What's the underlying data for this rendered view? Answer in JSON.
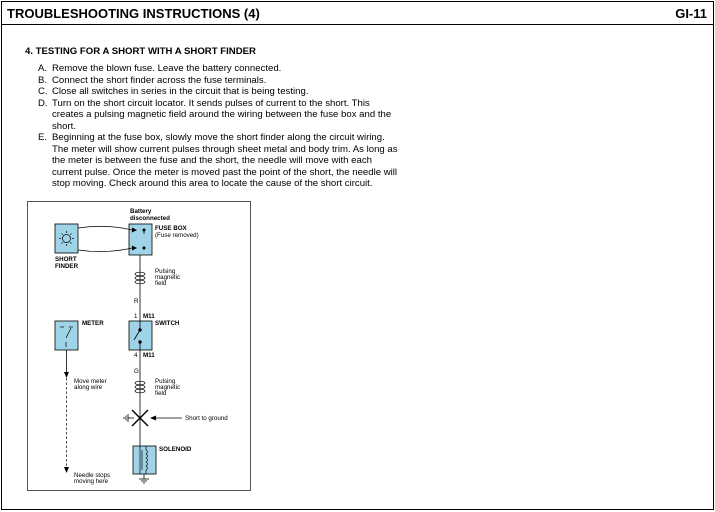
{
  "header": {
    "title": "TROUBLESHOOTING INSTRUCTIONS (4)",
    "page_code": "GI-11"
  },
  "section": {
    "title": "4. TESTING FOR A SHORT WITH A SHORT FINDER",
    "steps": [
      {
        "letter": "A.",
        "text": "Remove the blown fuse. Leave the battery connected."
      },
      {
        "letter": "B.",
        "text": "Connect the short finder across the fuse terminals."
      },
      {
        "letter": "C.",
        "text": "Close all switches in series in the circuit that is being testing."
      },
      {
        "letter": "D.",
        "text": "Turn on the short circuit locator. It sends pulses of current to the short. This creates a pulsing magnetic field around the wiring between the fuse box and the short."
      },
      {
        "letter": "E.",
        "text": "Beginning at the fuse box, slowly move the short finder along the circuit wiring. The meter will show current pulses through sheet metal and body trim. As long as the meter is between the fuse and the short, the needle will move with each current pulse. Once the meter is moved past the point of the short, the needle will stop moving. Check around this area to locate the cause of the short circuit."
      }
    ]
  },
  "diagram": {
    "battery_label_1": "Battery",
    "battery_label_2": "disconnected",
    "fuse_box_label": "FUSE BOX",
    "fuse_removed_label": "(Fuse removed)",
    "short_finder_label_1": "SHORT",
    "short_finder_label_2": "FINDER",
    "pulsing_1": "Pulsing",
    "magnetic_1": "magnetic",
    "field_1": "field",
    "wire_r": "R",
    "pin_1": "1",
    "conn_m11_top": "M11",
    "switch_label": "SWITCH",
    "meter_label": "METER",
    "pin_4": "4",
    "conn_m11_bottom": "M11",
    "wire_g": "G",
    "move_meter_1": "Move meter",
    "move_meter_2": "along wire",
    "pulsing_2": "Pulsing",
    "magnetic_2": "magnetic",
    "field_2": "field",
    "short_to_ground": "Short to ground",
    "solenoid_label": "SOLENOID",
    "needle_stops_1": "Needle stops",
    "needle_stops_2": "moving here",
    "component_fill": "#9fd4e8"
  }
}
